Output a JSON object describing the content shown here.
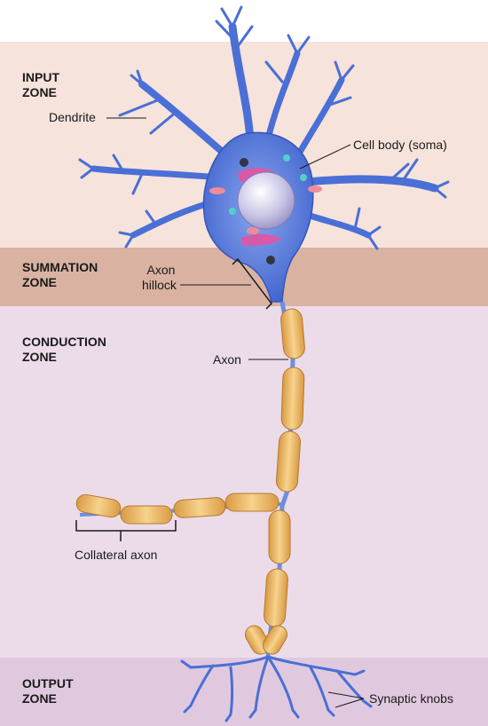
{
  "zones": {
    "input": [
      "INPUT",
      "ZONE"
    ],
    "summation": [
      "SUMMATION",
      "ZONE"
    ],
    "conduction": [
      "CONDUCTION",
      "ZONE"
    ],
    "output": [
      "OUTPUT",
      "ZONE"
    ]
  },
  "labels": {
    "dendrite": "Dendrite",
    "cell_body": "Cell body (soma)",
    "axon_hillock": [
      "Axon",
      "hillock"
    ],
    "axon": "Axon",
    "collateral_axon": "Collateral axon",
    "synaptic_knobs": "Synaptic knobs"
  },
  "colors": {
    "input_zone": "#f6e3db",
    "summation_zone": "#d9b2a2",
    "conduction_zone": "#ecdcea",
    "output_zone": "#e0c9df",
    "neuron": "#4a6fd6",
    "myelin": "#e9b564"
  }
}
